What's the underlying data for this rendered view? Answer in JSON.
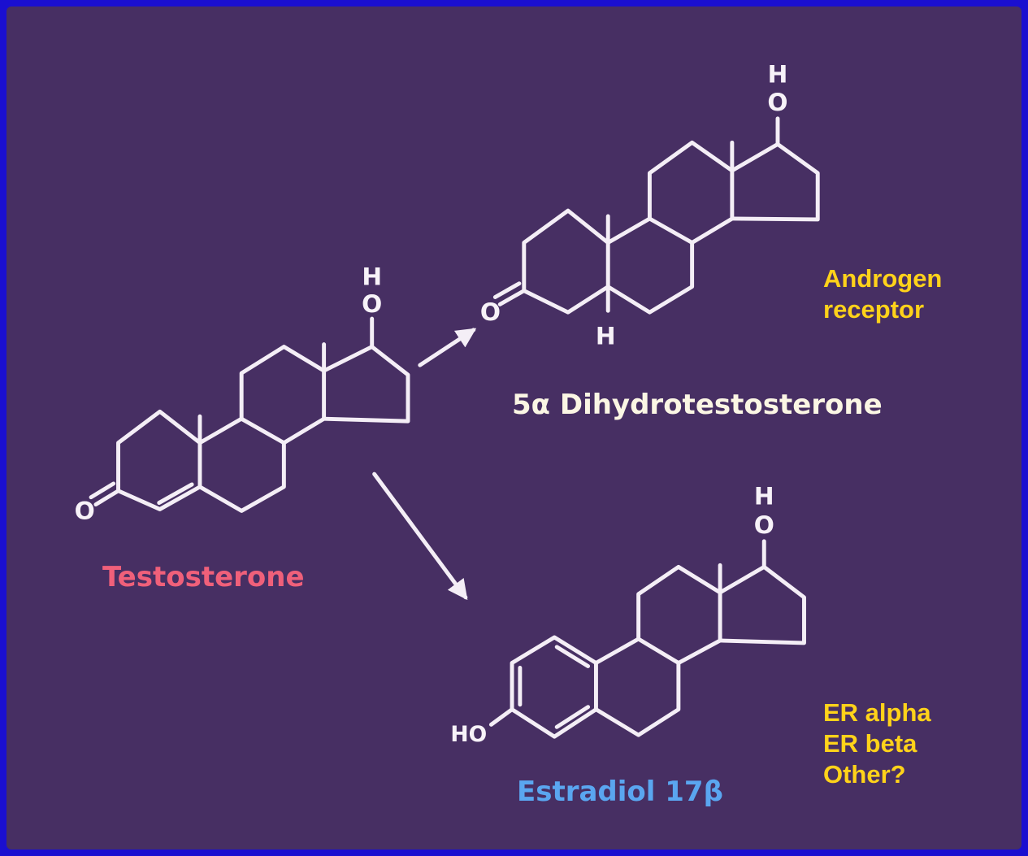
{
  "molecules": {
    "testosterone": {
      "name": "Testosterone",
      "name_color": "#f0607a",
      "atoms": {
        "hydroxyl_h": "H",
        "hydroxyl_o": "O",
        "ketone_o": "O"
      }
    },
    "dht": {
      "name": "5α Dihydrotestosterone",
      "name_color": "#fbf6e4",
      "atoms": {
        "hydroxyl_h": "H",
        "hydroxyl_o": "O",
        "ketone_o": "O",
        "alpha_h": "H"
      }
    },
    "estradiol": {
      "name": "Estradiol 17β",
      "name_color": "#5aa6f0",
      "atoms": {
        "hydroxyl_h": "H",
        "hydroxyl_o": "O",
        "phenol": "HO"
      }
    }
  },
  "receptors": {
    "androgen": [
      "Androgen",
      "receptor"
    ],
    "estrogen": [
      "ER alpha",
      "ER beta",
      "Other?"
    ]
  },
  "colors": {
    "frame": "#1a0fd0",
    "background": "#472f63",
    "bonds": "#f4eef6",
    "receptor_text": "#ffd21a"
  }
}
